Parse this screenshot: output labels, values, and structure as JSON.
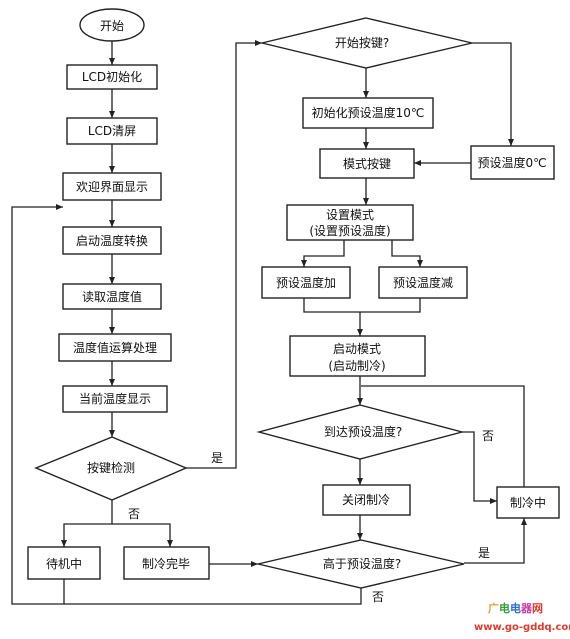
{
  "nodes": {
    "start": "开始",
    "lcd_init": "LCD初始化",
    "lcd_clear": "LCD清屏",
    "welcome": "欢迎界面显示",
    "start_temp": "启动温度转换",
    "read_temp": "读取温度值",
    "process_temp": "温度值运算处理",
    "show_temp": "当前温度显示",
    "key_detect": "按键检测",
    "standby": "待机中",
    "cooling_done": "制冷完毕",
    "start_key_q": "开始按键?",
    "init_preset": "初始化预设温度10℃",
    "preset_0": "预设温度0℃",
    "mode_key": "模式按键",
    "set_mode_l1": "设置模式",
    "set_mode_l2": "(设置预设温度)",
    "preset_inc": "预设温度加",
    "preset_dec": "预设温度减",
    "start_mode_l1": "启动模式",
    "start_mode_l2": "(启动制冷)",
    "reach_q": "到达预设温度?",
    "stop_cooling": "关闭制冷",
    "cooling": "制冷中",
    "above_q": "高于预设温度?"
  },
  "edge_labels": {
    "yes": "是",
    "no": "否"
  },
  "watermark": {
    "brand": "广电电器网",
    "url": "www.go-gddq.com"
  }
}
